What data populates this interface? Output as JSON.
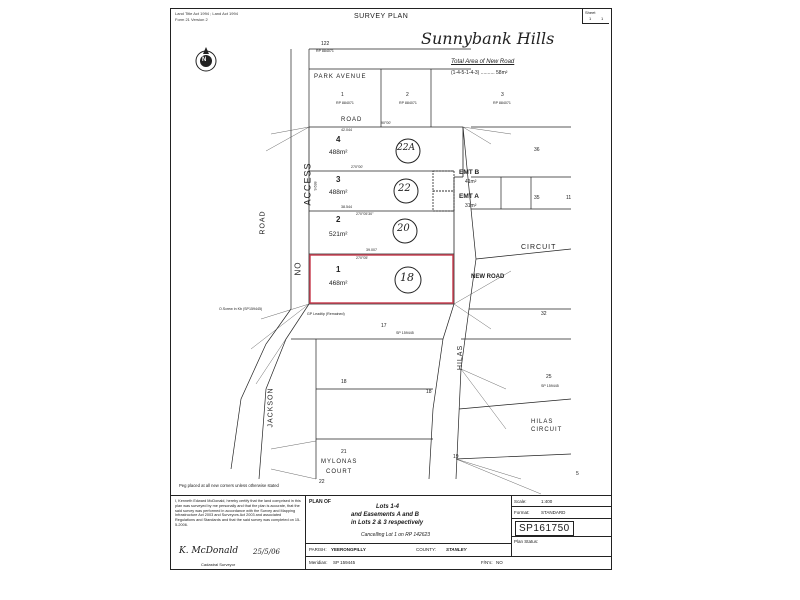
{
  "header": {
    "line1": "Land Title Act 1994 ; Land Act 1994",
    "line2": "Form 21 Version 2",
    "title": "SURVEY PLAN",
    "sheet_label": "Sheet",
    "sheet_of": "1",
    "sheet_total": "1"
  },
  "handwritten": {
    "suburb": "Sunnybank Hills",
    "lot_4_number": "22A",
    "lot_3_number": "22",
    "lot_2_number": "20",
    "lot_1_number": "18",
    "signature": "K. McDonald",
    "sig_date": "25/5/06"
  },
  "area_note": {
    "title": "Total Area of New Road",
    "formula": "(1-4-5-1-4-3) .......... 58m²"
  },
  "north_label": "N",
  "streets": {
    "park_avenue": "PARK AVENUE",
    "road_top": "ROAD",
    "access": "ACCESS",
    "no": "NO",
    "road_left": "ROAD",
    "jackson": "JACKSON",
    "hilas": "HILAS",
    "hilas_circuit_top": "CIRCUIT",
    "new_road": "NEW ROAD",
    "hilas_circuit_lower_1": "HILAS",
    "hilas_circuit_lower_2": "CIRCUIT",
    "mylonas_1": "MYLONAS",
    "mylonas_2": "COURT"
  },
  "lots": [
    {
      "no": "4",
      "area": "488m²"
    },
    {
      "no": "3",
      "area": "488m²"
    },
    {
      "no": "2",
      "area": "521m²"
    },
    {
      "no": "1",
      "area": "468m²"
    }
  ],
  "easements": [
    {
      "name": "EMT B",
      "area": "41m²"
    },
    {
      "name": "EMT A",
      "area": "31m²"
    }
  ],
  "adjoining": {
    "lot_122": "122",
    "rp_122": "RP 884071",
    "lot_1": "1",
    "rp_1": "RP 884071",
    "lot_2": "2",
    "rp_2": "RP 884071",
    "lot_3": "3",
    "rp_3": "RP 884071",
    "lot_36": "36",
    "lot_35": "35",
    "lot_11": "11",
    "lot_17": "17",
    "sp_17": "SP 159445",
    "lot_18a": "18",
    "lot_18b": "18",
    "lot_32": "32",
    "lot_25": "25",
    "lot_21": "21",
    "lot_19": "19",
    "lot_22": "22",
    "lot_5": "5",
    "sp_159445": "SP 159445"
  },
  "bearings": {
    "b1": "90°00'",
    "b2": "42.044",
    "b3": "270°00'",
    "b4": "38.544",
    "b5": "270°05'30\"",
    "b6": "39.007",
    "b7": "270°05'",
    "b8": "9.638"
  },
  "notes": {
    "pegs": "Peg placed at all new corners unless otherwise stated",
    "gp": "GP Leadtip (Remained)",
    "osc": "O.Screw in Kb (SP159445)"
  },
  "certificate": "I, Kenneth Edward McDonald, hereby certify that the land comprised in this plan was surveyed by me personally and that the plan is accurate, that the said survey was performed in accordance with the Survey and Mapping Infrastructure Act 2003 and Surveyors Act 2003 and associated Regulations and Standards and that the said survey was completed on 15-5-2006.",
  "cadastral": "Cadastral Surveyor",
  "plan_of": "PLAN OF",
  "plan_desc1": "Lots 1-4",
  "plan_desc2": "and Easements A and B",
  "plan_desc3": "in Lots 2 & 3 respectively",
  "cancelling": "Cancelling Lot 1 on RP 142623",
  "parish_label": "PARISH:",
  "parish": "YEERONGPILLY",
  "county_label": "COUNTY:",
  "county": "STANLEY",
  "meridian_label": "Meridian:",
  "meridian": "SP 159445",
  "fn_label": "F/N's:",
  "fn": "NO",
  "scale_label": "Scale:",
  "scale": "1:400",
  "format_label": "Format:",
  "format": "STANDARD",
  "plan_no": "SP161750",
  "plan_status": "Plan Status:"
}
